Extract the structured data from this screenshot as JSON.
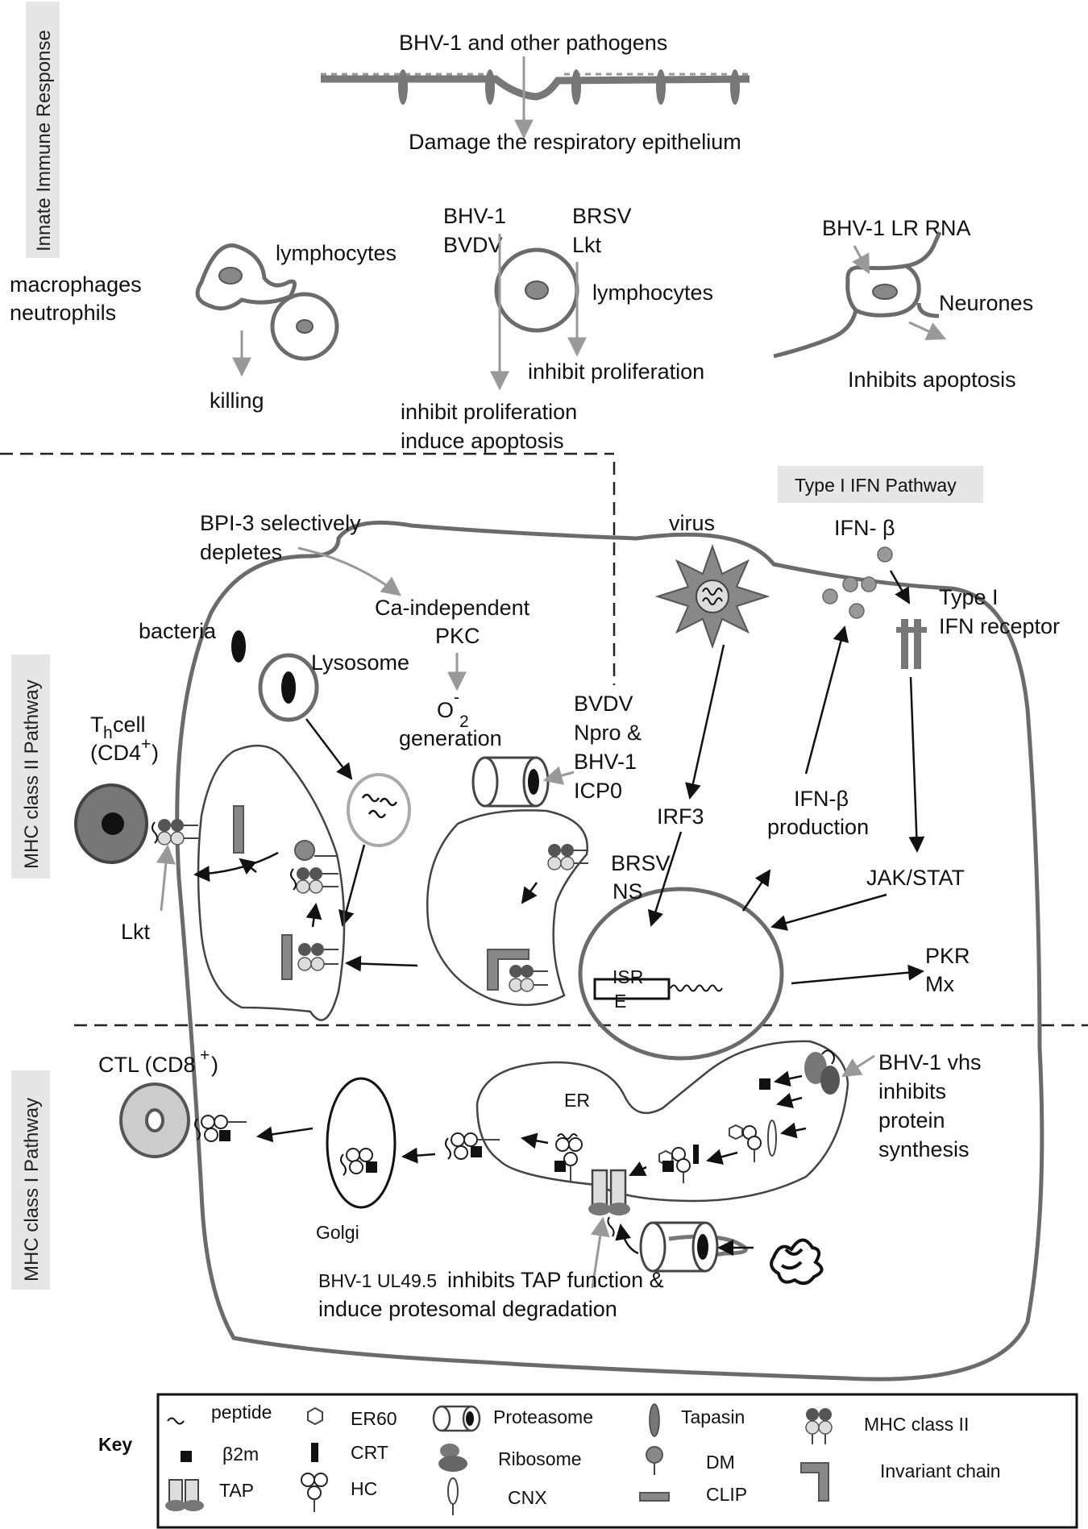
{
  "side_labels": {
    "innate": "Innate Immune Response",
    "mhc2": "MHC class II Pathway",
    "mhc1": "MHC class I Pathway"
  },
  "innate": {
    "pathogens": "BHV-1 and other pathogens",
    "damage": "Damage the respiratory epithelium",
    "macrophages": "macrophages",
    "neutrophils": "neutrophils",
    "lymphocytes_left": "lymphocytes",
    "killing": "killing",
    "bhv1": "BHV-1",
    "bvdv": "BVDV",
    "brsv": "BRSV",
    "lkt": "Lkt",
    "lymphocytes_mid": "lymphocytes",
    "inhibit_prolif_right": "inhibit  proliferation",
    "inhibit_prolif_left": "inhibit  proliferation",
    "induce_apoptosis": "induce apoptosis",
    "lr_rna": "BHV-1 LR RNA",
    "neurones": "Neurones",
    "inhibits_apoptosis": "Inhibits apoptosis"
  },
  "mhc2": {
    "ifn_pathway_title": "Type I IFN Pathway",
    "bpi3_line1": "BPI-3 selectively",
    "bpi3_line2": "depletes",
    "ca_pkc_line1": "Ca-independent",
    "ca_pkc_line2": "PKC",
    "o2": "O",
    "o2_sub": "2",
    "o2_sup": "-",
    "generation": "generation",
    "bacteria": "bacteria",
    "lysosome": "Lysosome",
    "th_cell": "T",
    "th_sub": "h",
    "th_cell_rest": " cell",
    "cd4": "(CD4",
    "cd4_sup": "+",
    "cd4_close": ")",
    "lkt": "Lkt",
    "bvdv_npro_1": "BVDV",
    "bvdv_npro_2": "Npro &",
    "bvdv_npro_3": "BHV-1",
    "bvdv_npro_4": "ICP0",
    "virus": "virus",
    "ifn_beta": "IFN- β",
    "type1_receptor_1": "Type I",
    "type1_receptor_2": "IFN receptor",
    "irf3": "IRF3",
    "ifnb_production_1": "IFN-β",
    "ifnb_production_2": "production",
    "brsv_ns_1": "BRSV",
    "brsv_ns_2": "NS",
    "jak_stat": "JAK/STAT",
    "isre_1": "ISR",
    "isre_2": "E",
    "pkr": "PKR",
    "mx": "Mx"
  },
  "mhc1": {
    "ctl": "CTL (CD8",
    "ctl_sup": "+",
    "ctl_close": ")",
    "golgi": "Golgi",
    "er": "ER",
    "vhs_1": "BHV-1  vhs",
    "vhs_2": "inhibits",
    "vhs_3": "protein",
    "vhs_4": "synthesis",
    "ul49_a": "BHV-1  UL49.5",
    "ul49_b": " inhibits TAP function &",
    "ul49_c": "induce protesomal degradation"
  },
  "key": {
    "title": "Key",
    "peptide": "peptide",
    "b2m": "β2m",
    "tap": "TAP",
    "er60": "ER60",
    "crt": "CRT",
    "hc": "HC",
    "proteasome": "Proteasome",
    "ribosome": "Ribosome",
    "cnx": "CNX",
    "tapasin": "Tapasin",
    "dm": "DM",
    "clip": "CLIP",
    "mhc2": "MHC class II",
    "invariant": "Invariant chain"
  }
}
